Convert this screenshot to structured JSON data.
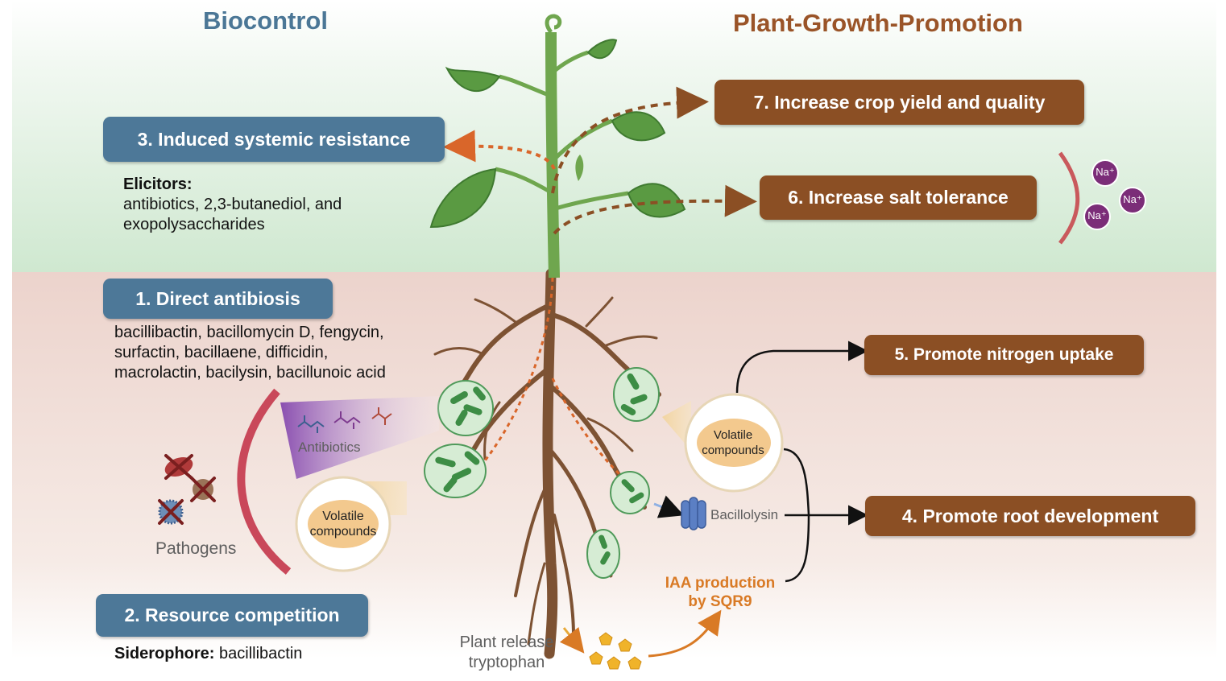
{
  "headers": {
    "biocontrol": "Biocontrol",
    "pgp": "Plant-Growth-Promotion"
  },
  "boxes": {
    "isr": "3. Induced systemic resistance",
    "antibiosis": "1. Direct antibiosis",
    "competition": "2. Resource competition",
    "yield": "7. Increase crop yield and quality",
    "salt": "6. Increase salt tolerance",
    "nitrogen": "5. Promote nitrogen uptake",
    "root": "4. Promote root development"
  },
  "isr_text": {
    "heading": "Elicitors:",
    "line1": "antibiotics, 2,3-butanediol, and",
    "line2": "exopolysaccharides"
  },
  "antibiosis_text": {
    "line1": "bacillibactin, bacillomycin D, fengycin,",
    "line2": "surfactin, bacillaene, difficidin,",
    "line3": "macrolactin, bacilysin, bacillunoic acid"
  },
  "competition_text": {
    "heading": "Siderophore:",
    "value": "bacillibactin"
  },
  "labels": {
    "antibiotics": "Antibiotics",
    "pathogens": "Pathogens",
    "volatile_left_1": "Volatile",
    "volatile_left_2": "compounds",
    "volatile_right_1": "Volatile",
    "volatile_right_2": "compounds",
    "bacillolysin": "Bacillolysin",
    "iaa_1": "IAA production",
    "iaa_2": "by SQR9",
    "plant_release_1": "Plant release",
    "plant_release_2": "tryptophan",
    "na_ion": "Na⁺"
  },
  "colors": {
    "blue_box": "#4d7898",
    "brown_box": "#8b4f24",
    "header_blue": "#4b7796",
    "header_brown": "#9a5428",
    "iaa_orange": "#d97a25",
    "sky_green": "#cfe8d0",
    "soil_pink": "#ecd3cc",
    "na_purple": "#7b2d78"
  }
}
